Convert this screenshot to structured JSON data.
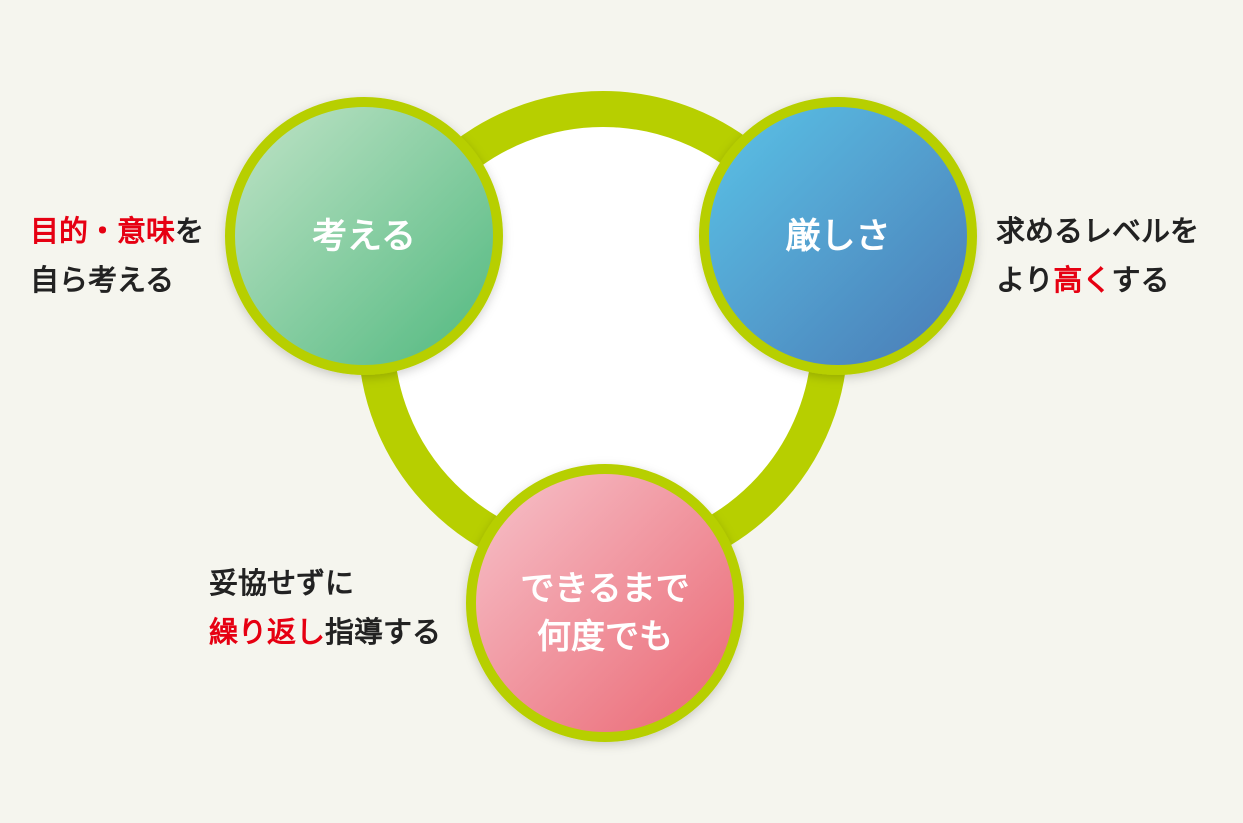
{
  "colors": {
    "ring": "#b7cf00",
    "accent_red": "#e60012",
    "text": "#222222",
    "background": "#f5f5ee",
    "green_circle": [
      "#c2e4c8",
      "#4fb87e"
    ],
    "blue_circle": [
      "#5bc4e8",
      "#4a79b4"
    ],
    "pink_circle": [
      "#f7c4cc",
      "#ea6571"
    ]
  },
  "circles": {
    "think": {
      "label": "考える"
    },
    "strict": {
      "label": "厳しさ"
    },
    "until": {
      "line1": "できるまで",
      "line2": "何度でも"
    }
  },
  "annotations": {
    "left_top": {
      "line1_hl": "目的・意味",
      "line1_rest": "を",
      "line2": "自ら考える"
    },
    "right_top": {
      "line1": "求めるレベルを",
      "line2_pre": "より",
      "line2_hl": "高く",
      "line2_post": "する"
    },
    "left_bottom": {
      "line1": "妥協せずに",
      "line2_hl": "繰り返し",
      "line2_rest": "指導する"
    }
  }
}
